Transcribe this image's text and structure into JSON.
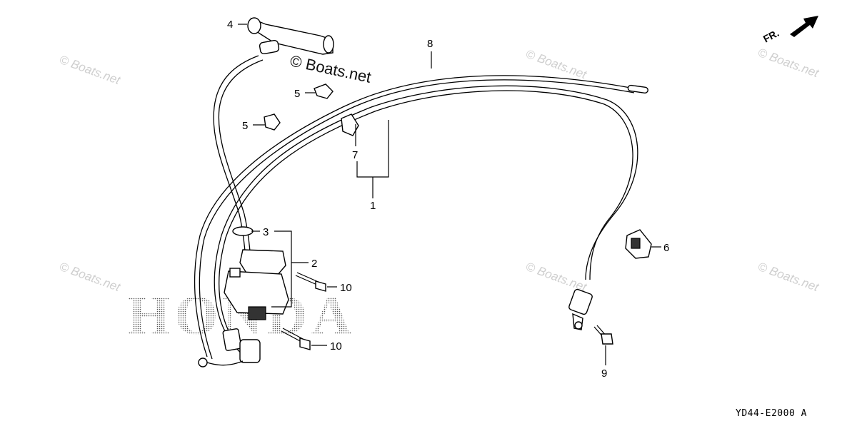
{
  "diagram": {
    "code": "YD44-E2000 A",
    "direction_label": "FR.",
    "brand": "HONDA",
    "watermark": "© Boats.net",
    "watermark_main": "© Boats.net",
    "callouts": [
      "4",
      "8",
      "5",
      "5",
      "7",
      "1",
      "3",
      "2",
      "10",
      "10",
      "6",
      "9"
    ]
  }
}
